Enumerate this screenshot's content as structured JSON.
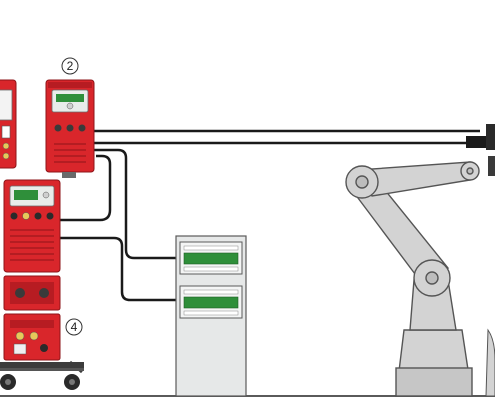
{
  "callouts": [
    {
      "label": "2"
    },
    {
      "label": "4"
    }
  ],
  "colors": {
    "device_red": "#d9262b",
    "device_red_dark": "#b71c22",
    "display_green": "#2f8f3a",
    "cabinet_grey": "#e6e8e8",
    "robot_grey": "#d3d3d3",
    "cable": "#1a1a1a",
    "outline": "#5a5a5a"
  },
  "components": {
    "power_source_left": "power-source-unit",
    "wire_feeder": "wire-feeder-unit",
    "main_power_source": "main-power-source-unit",
    "control_cabinet": "robot-control-cabinet",
    "robot_arm": "industrial-robot-arm",
    "torch": "welding-torch"
  }
}
